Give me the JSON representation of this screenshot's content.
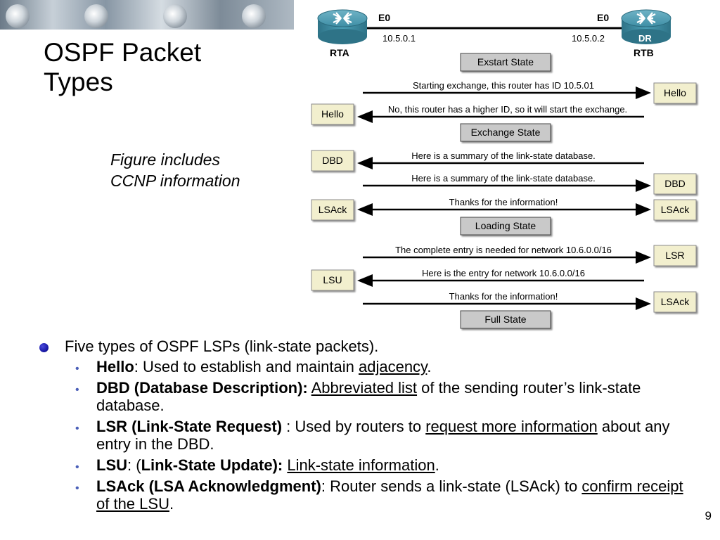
{
  "slide": {
    "title_line1": "OSPF Packet",
    "title_line2": "Types",
    "note_line1": "Figure includes",
    "note_line2": "CCNP information",
    "page_number": "9"
  },
  "diagram": {
    "left_router": {
      "name": "RTA",
      "interface": "E0",
      "ip": "10.5.0.1"
    },
    "right_router": {
      "name": "RTB",
      "interface": "E0",
      "ip": "10.5.0.2",
      "role": "DR"
    },
    "states": [
      "Exstart State",
      "Exchange State",
      "Loading State",
      "Full State"
    ],
    "messages": [
      "Starting exchange, this router has ID 10.5.01",
      "No, this router has a higher ID, so it will start the exchange.",
      "Here is a summary of the link-state database.",
      "Here is a summary of the link-state database.",
      "Thanks for the information!",
      "The complete entry is needed for network 10.6.0.0/16",
      "Here is the entry for network 10.6.0.0/16",
      "Thanks for the information!"
    ],
    "packets_left": [
      "Hello",
      "DBD",
      "LSAck",
      "LSU"
    ],
    "packets_right": [
      "Hello",
      "DBD",
      "LSAck",
      "LSR",
      "LSAck"
    ],
    "colors": {
      "router": "#3f8fa6",
      "state_box": "#c9c9c9",
      "packet_box": "#f2efce"
    },
    "icons": {
      "router": "router-icon"
    }
  },
  "bullets": {
    "main": "Five types of OSPF LSPs (link-state packets).",
    "items": [
      {
        "bold": "Hello",
        "after_bold": ": Used to establish and maintain ",
        "underline": "adjacency",
        "tail": "."
      },
      {
        "bold": "DBD (Database Description):",
        "space": " ",
        "underline": "Abbreviated list",
        "tail": " of the sending router’s link-state database."
      },
      {
        "bold": "LSR (Link-State Request)",
        "after_bold": " : Used by routers to ",
        "underline": "request more information",
        "tail": " about any entry in the DBD."
      },
      {
        "bold1": "LSU",
        "mid": ": (",
        "bold2": "Link-State Update):",
        "space": " ",
        "underline": "Link-state information",
        "tail": "."
      },
      {
        "bold": "LSAck (LSA Acknowledgment)",
        "after_bold": ": Router sends a link-state (LSAck) to ",
        "underline": "confirm receipt of the LSU",
        "tail": "."
      }
    ]
  },
  "theme": {
    "bullet_color": "#1a1aa8",
    "sub_bullet_color": "#4a5fb8"
  }
}
